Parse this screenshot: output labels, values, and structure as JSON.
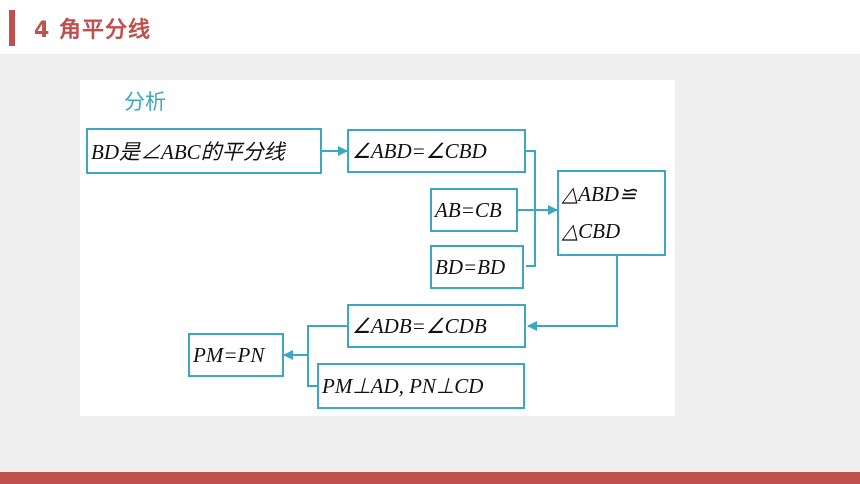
{
  "header": {
    "title": "4 角平分线"
  },
  "panel": {
    "title": "分析"
  },
  "boxes": {
    "premise": "BD是∠ABC的平分线",
    "angle_abd_cbd": "∠ABD=∠CBD",
    "ab_cb": "AB=CB",
    "bd_bd": "BD=BD",
    "congruent_line1": "△ABD≌",
    "congruent_line2": "△CBD",
    "angle_adb_cdb": "∠ADB=∠CDB",
    "perpendiculars": "PM⊥AD, PN⊥CD",
    "conclusion": "PM=PN"
  },
  "colors": {
    "accent": "#c0504d",
    "diagram": "#3aa8c0"
  }
}
